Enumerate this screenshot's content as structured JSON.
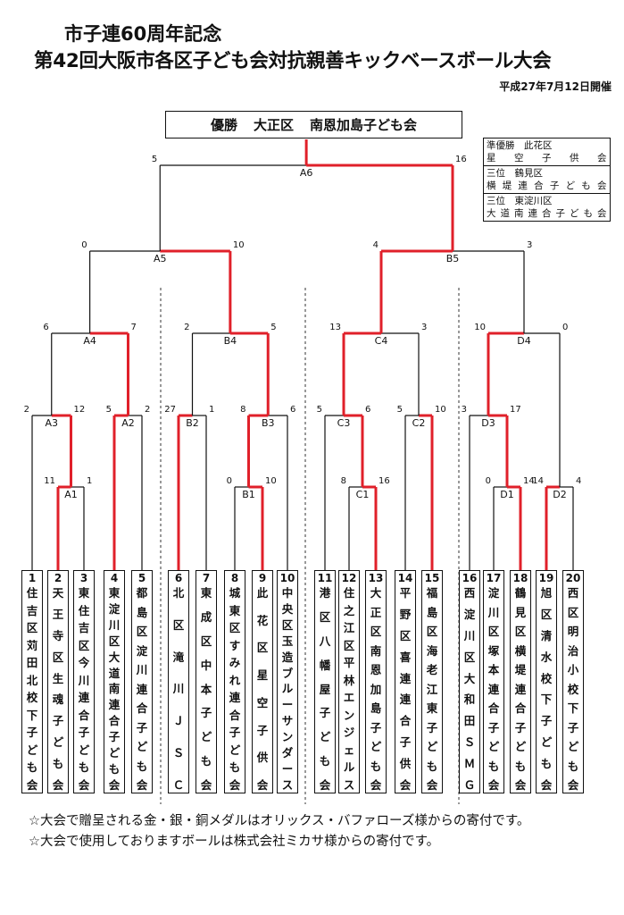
{
  "header": {
    "title1": "市子連60周年記念",
    "title2": "第42回大阪市各区子ども会対抗親善キックベースボール大会",
    "date": "平成27年7月12日開催"
  },
  "champion": {
    "label": "優勝",
    "ward": "大正区",
    "team": "南恩加島子ども会"
  },
  "awards": [
    {
      "rank": "準優勝",
      "ward": "此花区",
      "team": "星空子供会"
    },
    {
      "rank": "三位",
      "ward": "鶴見区",
      "team": "横堤連合子ども会"
    },
    {
      "rank": "三位",
      "ward": "東淀川区",
      "team": "大道南連合子ども会"
    }
  ],
  "teams": [
    {
      "num": "1",
      "name": "住吉区苅田北校下子ども会"
    },
    {
      "num": "2",
      "name": "天王寺区生魂子ども会"
    },
    {
      "num": "3",
      "name": "東住吉区今川連合子ども会"
    },
    {
      "num": "4",
      "name": "東淀川区大道南連合子ども会"
    },
    {
      "num": "5",
      "name": "都島区淀川連合子ども会"
    },
    {
      "num": "6",
      "name": "北区滝川ＪＳＣ"
    },
    {
      "num": "7",
      "name": "東成区中本子ども会"
    },
    {
      "num": "8",
      "name": "城東区すみれ連合子ども会"
    },
    {
      "num": "9",
      "name": "此花区星空子供会"
    },
    {
      "num": "10",
      "name": "中央区玉造ブルーサンダース"
    },
    {
      "num": "11",
      "name": "港区八幡屋子ども会"
    },
    {
      "num": "12",
      "name": "住之江区平林エンジェルス"
    },
    {
      "num": "13",
      "name": "大正区南恩加島子ども会"
    },
    {
      "num": "14",
      "name": "平野区喜連連合子供会"
    },
    {
      "num": "15",
      "name": "福島区海老江東子ども会"
    },
    {
      "num": "16",
      "name": "西淀川区大和田ＳＭＧ"
    },
    {
      "num": "17",
      "name": "淀川区塚本連合子ども会"
    },
    {
      "num": "18",
      "name": "鶴見区横堤連合子ども会"
    },
    {
      "num": "19",
      "name": "旭区清水校下子ども会"
    },
    {
      "num": "20",
      "name": "西区明治小校下子ども会"
    }
  ],
  "matches": [
    {
      "id": "A1",
      "left_score": "11",
      "right_score": "1"
    },
    {
      "id": "B1",
      "left_score": "0",
      "right_score": "10"
    },
    {
      "id": "C1",
      "left_score": "8",
      "right_score": "16"
    },
    {
      "id": "D1",
      "left_score": "0",
      "right_score": "14"
    },
    {
      "id": "D2",
      "left_score": "14",
      "right_score": "4"
    },
    {
      "id": "A3",
      "left_score": "2",
      "right_score": "12"
    },
    {
      "id": "A2",
      "left_score": "5",
      "right_score": "2"
    },
    {
      "id": "B2",
      "left_score": "27",
      "right_score": "1"
    },
    {
      "id": "B3",
      "left_score": "8",
      "right_score": "6"
    },
    {
      "id": "C3",
      "left_score": "5",
      "right_score": "6"
    },
    {
      "id": "C2",
      "left_score": "5",
      "right_score": "10"
    },
    {
      "id": "D3",
      "left_score": "3",
      "right_score": "17"
    },
    {
      "id": "A4",
      "left_score": "6",
      "right_score": "7"
    },
    {
      "id": "B4",
      "left_score": "2",
      "right_score": "5"
    },
    {
      "id": "C4",
      "left_score": "13",
      "right_score": "3"
    },
    {
      "id": "D4",
      "left_score": "10",
      "right_score": "0"
    },
    {
      "id": "A5",
      "left_score": "0",
      "right_score": "10"
    },
    {
      "id": "B5",
      "left_score": "4",
      "right_score": "3"
    },
    {
      "id": "A6",
      "left_score": "5",
      "right_score": "16"
    }
  ],
  "notes": [
    "☆大会で贈呈される金・銀・銅メダルはオリックス・バファローズ様からの寄付です。",
    "☆大会で使用しておりますボールは株式会社ミカサ様からの寄付です。"
  ],
  "colors": {
    "win_line": "#e0202a",
    "line": "#111111"
  }
}
